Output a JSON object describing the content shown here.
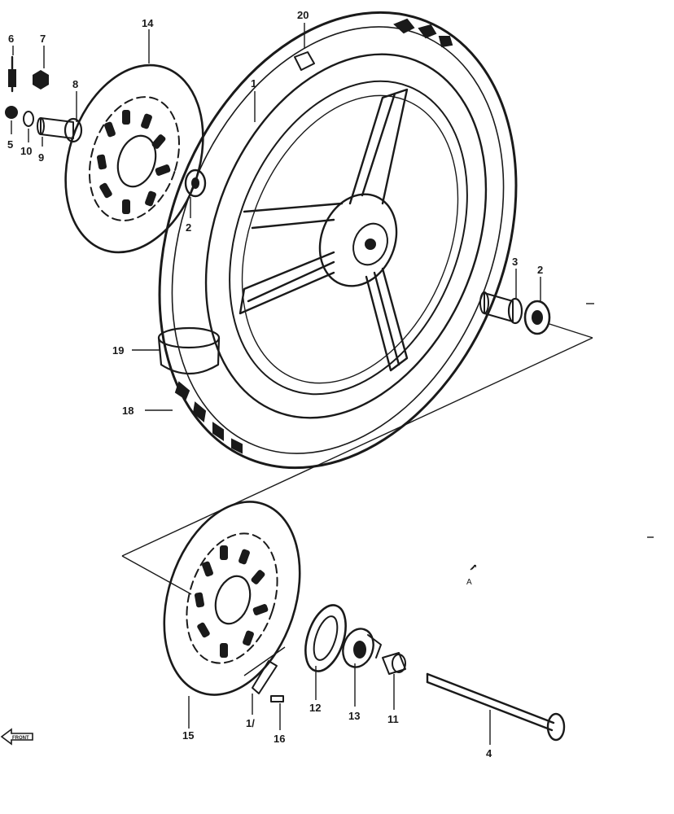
{
  "diagram": {
    "callouts": {
      "c1": "1",
      "c2_upper": "2",
      "c2_right": "2",
      "c3": "3",
      "c4": "4",
      "c5": "5",
      "c6": "6",
      "c7": "7",
      "c8": "8",
      "c9": "9",
      "c10": "10",
      "c11": "11",
      "c12": "12",
      "c13": "13",
      "c14": "14",
      "c15": "15",
      "c16": "16",
      "c17": "1/",
      "c18": "18",
      "c19": "19",
      "c20": "20"
    },
    "view_marker": "A",
    "view_marker_arrow": "↗",
    "direction_label": "FRONT"
  }
}
